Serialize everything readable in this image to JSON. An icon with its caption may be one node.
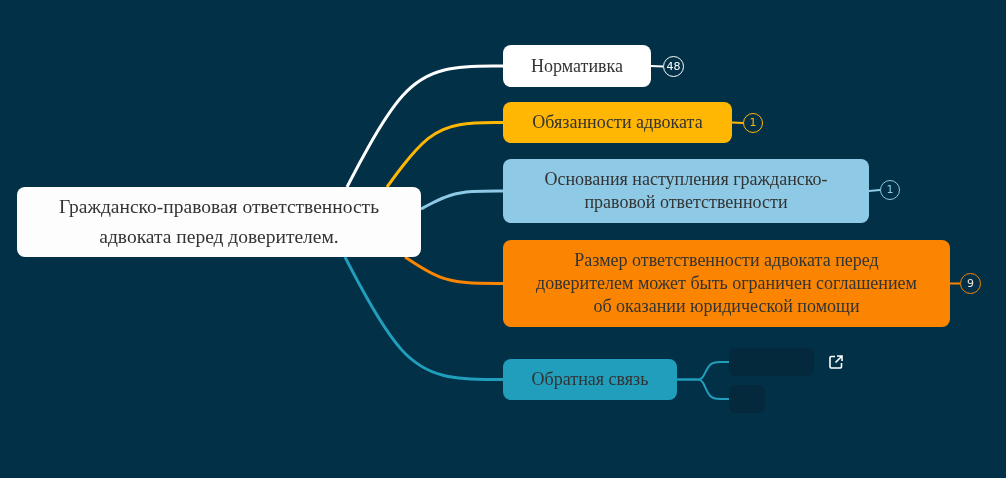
{
  "diagram": {
    "nodes": [
      {
        "text": [
          "Гражданско-правовая ответственность адвоката перед доверителем."
        ]
      },
      {
        "text": [
          "Нормативка"
        ]
      },
      {
        "text": [
          "48"
        ]
      },
      {
        "text": [
          "Обязанности адвоката"
        ]
      },
      {
        "text": [
          "1"
        ]
      },
      {
        "text": [
          "Основания наступления гражданско-правовой ответственности"
        ]
      },
      {
        "text": [
          "1"
        ]
      },
      {
        "text": [
          "Размер ответственности адвоката перед доверителем может быть ограничен соглашением об оказании юридической помощи"
        ]
      },
      {
        "text": [
          "9"
        ]
      },
      {
        "text": [
          "Обратная связь"
        ]
      },
      {
        "text": [],
        "shape": "box"
      },
      {
        "text": [],
        "shape": "box"
      }
    ],
    "edges": [
      {
        "from": 0,
        "to": 1,
        "arrow": "none",
        "color": "#ffffff"
      },
      {
        "from": 0,
        "to": 3,
        "arrow": "none",
        "color": "#ffb703"
      },
      {
        "from": 0,
        "to": 5,
        "arrow": "none",
        "color": "#8ecae6"
      },
      {
        "from": 0,
        "to": 7,
        "arrow": "none",
        "color": "#fb8500"
      },
      {
        "from": 0,
        "to": 9,
        "arrow": "none",
        "color": "#219ebc"
      },
      {
        "from": 1,
        "to": 2,
        "arrow": "none",
        "color": "#ffffff"
      },
      {
        "from": 3,
        "to": 4,
        "arrow": "none",
        "color": "#ffb703"
      },
      {
        "from": 5,
        "to": 6,
        "arrow": "none",
        "color": "#8ecae6"
      },
      {
        "from": 7,
        "to": 8,
        "arrow": "none",
        "color": "#fb8500"
      },
      {
        "from": 9,
        "to": 10,
        "arrow": "none",
        "color": "#219ebc"
      },
      {
        "from": 9,
        "to": 11,
        "arrow": "none",
        "color": "#219ebc"
      }
    ]
  }
}
